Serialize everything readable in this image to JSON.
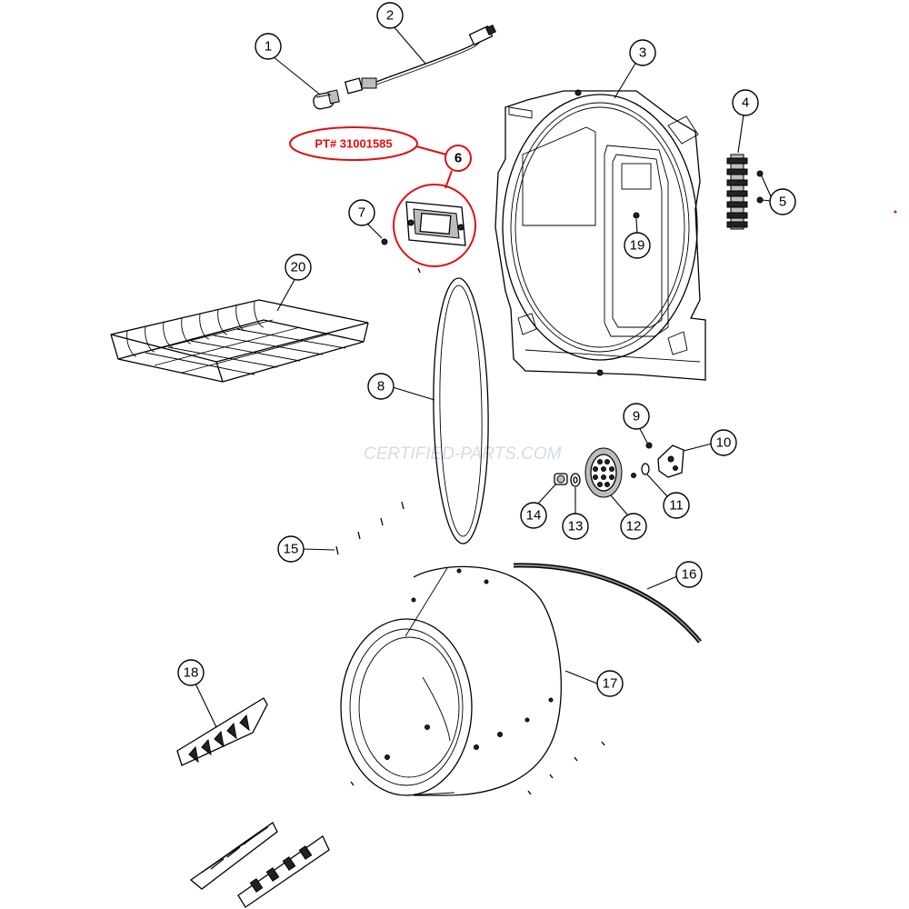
{
  "watermark": "CERTIFIED-PARTS.COM",
  "highlight": {
    "part_number_label": "PT# 31001585",
    "callout": "6",
    "color": "#dd1111"
  },
  "callouts": {
    "c1": "1",
    "c2": "2",
    "c3": "3",
    "c4": "4",
    "c5": "5",
    "c7": "7",
    "c8": "8",
    "c9": "9",
    "c10": "10",
    "c11": "11",
    "c12": "12",
    "c13": "13",
    "c14": "14",
    "c15": "15",
    "c16": "16",
    "c17": "17",
    "c18": "18",
    "c19": "19",
    "c20": "20"
  }
}
